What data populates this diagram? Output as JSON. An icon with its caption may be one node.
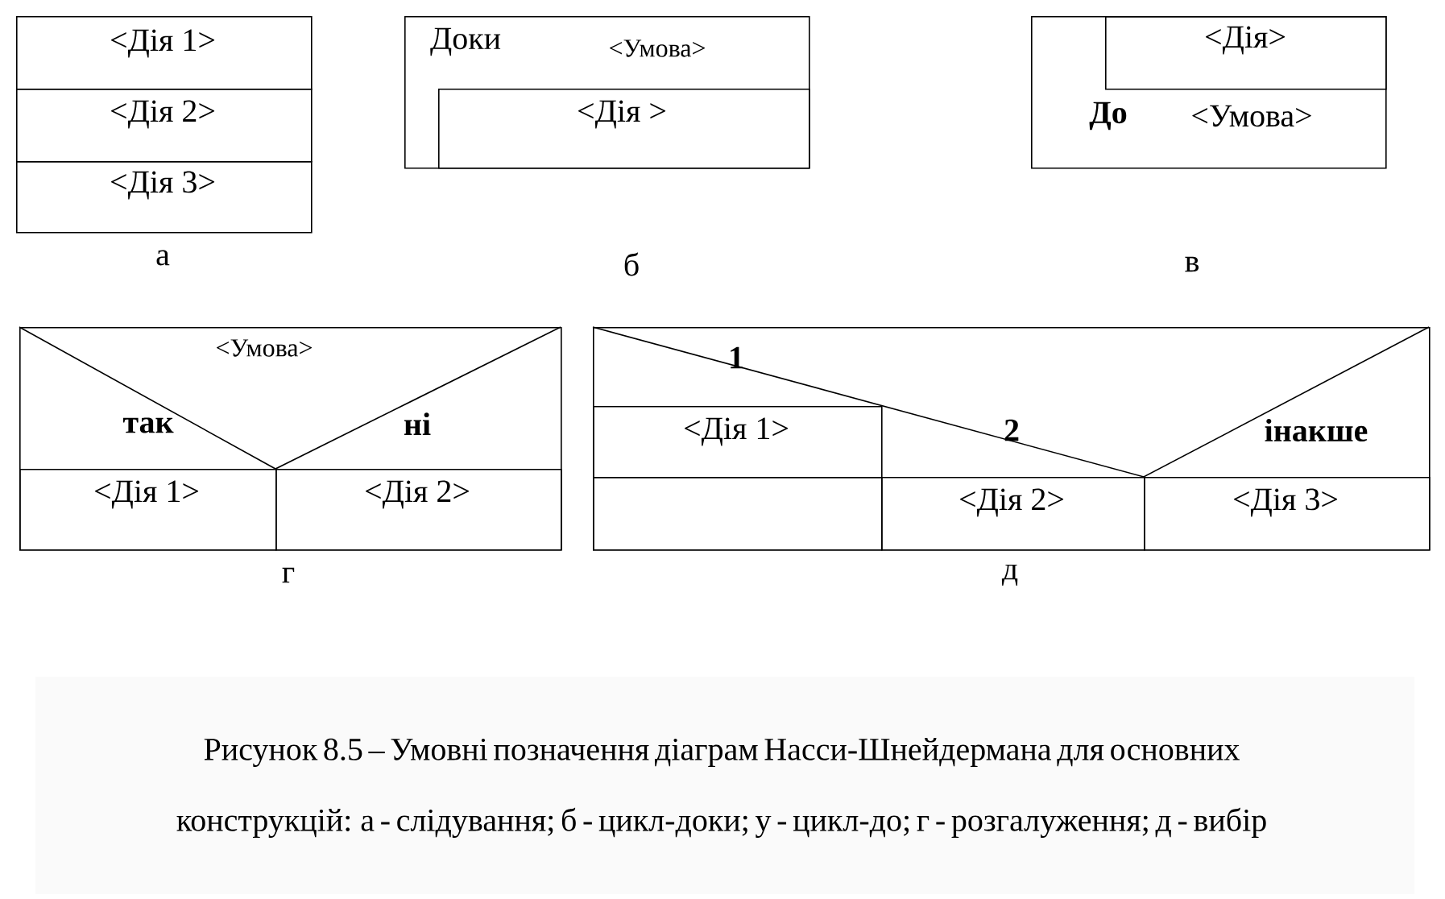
{
  "diagram": {
    "caption": "Рисунок 8.5 – Умовні позначення діаграм Насси-Шнейдермана для основних конструкцій: а - слідування; б - цикл-доки; у - цикл-до; г - розгалуження; д - вибір",
    "nodes": [
      {
        "text": [
          "<Дія 1>"
        ]
      },
      {
        "text": [
          "<Дія 2>"
        ]
      },
      {
        "text": [
          "<Дія 3>"
        ]
      },
      {
        "text": [
          "Доки",
          "<Умова>"
        ]
      },
      {
        "text": [
          "<Дія >"
        ],
        "in": 3
      },
      {
        "text": [
          "До",
          "<Умова>"
        ]
      },
      {
        "text": [
          "<Дія>"
        ],
        "in": 5
      },
      {
        "text": [
          "<Умова>",
          "так",
          "ні"
        ]
      },
      {
        "text": [
          "<Дія 1>"
        ],
        "in": 7
      },
      {
        "text": [
          "<Дія 2>"
        ],
        "in": 7
      },
      {
        "text": [
          "1",
          "2",
          "інакше"
        ]
      },
      {
        "text": [
          "<Дія 1>"
        ],
        "in": 10
      },
      {
        "text": [],
        "shape": "box",
        "in": 10
      },
      {
        "text": [
          "<Дія 2>"
        ],
        "in": 10
      },
      {
        "text": [
          "<Дія 3>"
        ],
        "in": 10
      }
    ],
    "labels": [
      "а",
      "б",
      "в",
      "г",
      "д"
    ]
  }
}
